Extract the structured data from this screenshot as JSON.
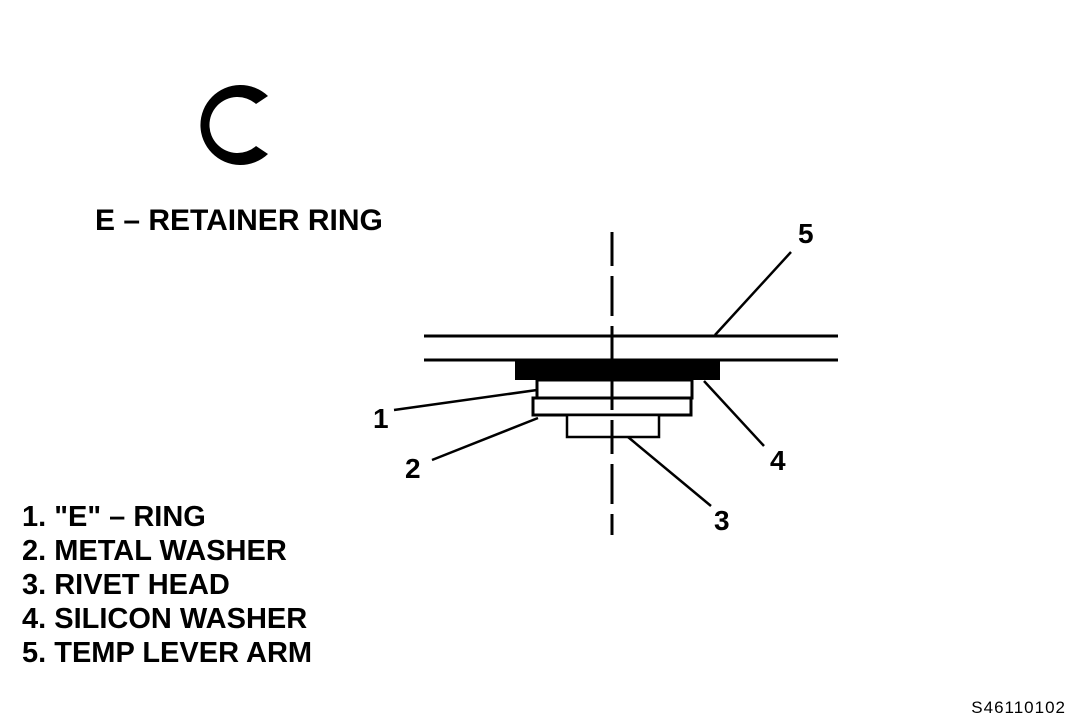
{
  "heading": "E – RETAINER RING",
  "callouts": [
    "1",
    "2",
    "3",
    "4",
    "5"
  ],
  "legend": [
    "1. \"E\" – RING",
    "2. METAL WASHER",
    "3. RIVET HEAD",
    "4. SILICON WASHER",
    "5. TEMP LEVER ARM"
  ],
  "figure_code": "S46110102",
  "colors": {
    "ink": "#000000",
    "paper": "#ffffff"
  }
}
